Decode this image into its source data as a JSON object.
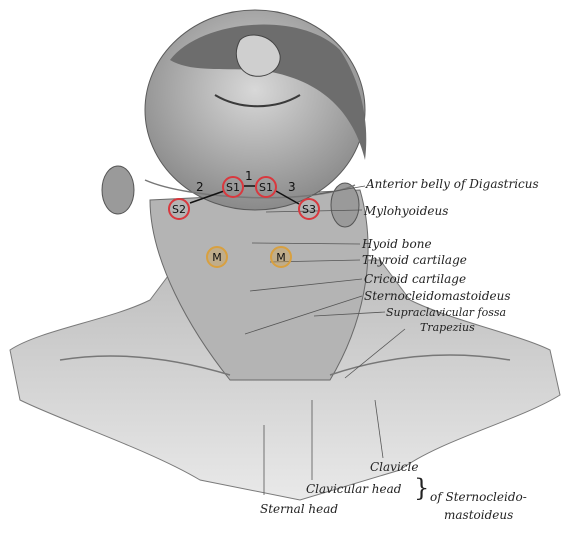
{
  "colors": {
    "site_ring": "#d9383e",
    "motor_ring": "#d8a040",
    "leader": "#555555"
  },
  "sites": {
    "s1": "S1",
    "s2": "S2",
    "s3": "S3",
    "m": "M"
  },
  "segments": {
    "one": "1",
    "two": "2",
    "three": "3"
  },
  "labels": {
    "digastricus": "Anterior belly of Digastricus",
    "mylohyoideus": "Mylohyoideus",
    "hyoid": "Hyoid bone",
    "thyroid": "Thyroid cartilage",
    "cricoid": "Cricoid cartilage",
    "sternocleido": "Sternocleidomastoideus",
    "supraclavicular": "Supraclavicular fossa",
    "trapezius": "Trapezius",
    "clavicle": "Clavicle",
    "clavicular_head": "Clavicular head",
    "of_sternocleido": "of Sternocleido-",
    "sternal_head": "Sternal head",
    "mastoideus": "mastoideus"
  }
}
